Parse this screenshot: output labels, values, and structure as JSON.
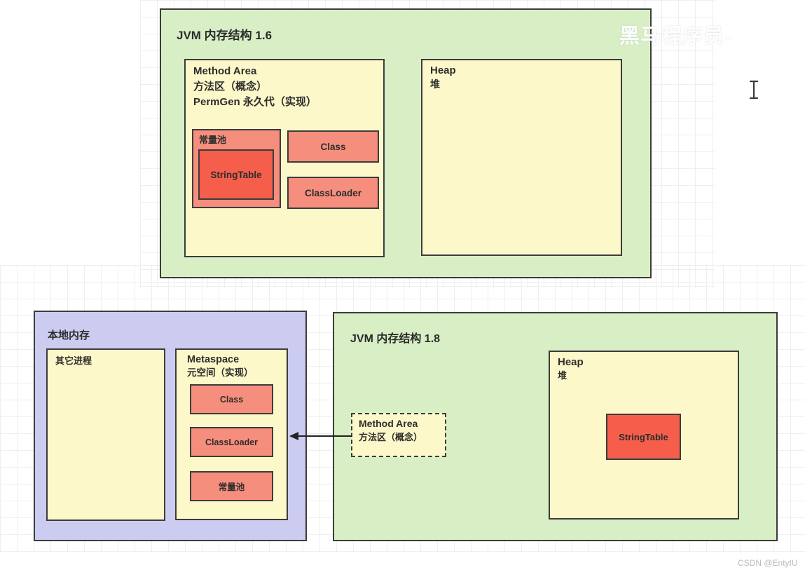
{
  "jvm16": {
    "title": "JVM 内存结构 1.6",
    "method_area": {
      "line1": "Method Area",
      "line2": "方法区（概念）",
      "line3": "PermGen 永久代（实现）",
      "constant_pool": {
        "label": "常量池",
        "string_table_label": "StringTable"
      },
      "class_label": "Class",
      "classloader_label": "ClassLoader"
    },
    "heap": {
      "line1": "Heap",
      "line2": "堆"
    }
  },
  "native_memory": {
    "title": "本地内存",
    "other_process_label": "其它进程",
    "metaspace": {
      "line1": "Metaspace",
      "line2": "元空间（实现）",
      "class_label": "Class",
      "classloader_label": "ClassLoader",
      "constant_pool_label": "常量池"
    }
  },
  "jvm18": {
    "title": "JVM 内存结构 1.8",
    "method_area": {
      "line1": "Method Area",
      "line2": "方法区（概念）"
    },
    "heap": {
      "line1": "Heap",
      "line2": "堆",
      "string_table_label": "StringTable"
    }
  },
  "watermarks": {
    "top_right_text": "黑马程序员-",
    "bottom_right_text": "CSDN @EntyIU"
  },
  "icons": {
    "top_right_logo": "bilibili-tv-icon",
    "pointer": "text-ibeam-cursor"
  },
  "colors": {
    "container_green": "#d8efc6",
    "panel_yellow": "#fdf8c9",
    "block_salmon": "#f68e7d",
    "block_red": "#f55e4b",
    "container_purple": "#cbccf0",
    "border_dark": "#3c3c3c",
    "watermark_gray": "#b9b9b9"
  }
}
